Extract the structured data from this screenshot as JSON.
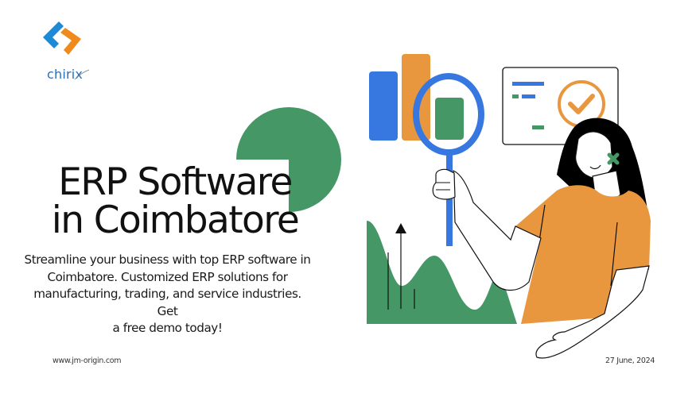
{
  "brand": {
    "name": "chirix",
    "logo_icon": "chirix-diamond-logo-icon",
    "colors": {
      "blue": "#1e8ad6",
      "orange": "#ef8a1c",
      "text": "#2a6fb8"
    }
  },
  "hero": {
    "title_line1": "ERP Software",
    "title_line2": "in Coimbatore",
    "description_lines": [
      "Streamline your business with top ERP software in",
      "Coimbatore. Customized ERP solutions for",
      "manufacturing, trading, and service industries. Get",
      "a free demo today!"
    ]
  },
  "footer": {
    "website": "www.jm-origin.com",
    "date": "27 June, 2024"
  },
  "decor": {
    "green_quarter_shape": "pie-shape-icon",
    "accent_green": "#459866"
  },
  "illustration": {
    "description": "woman-holding-magnifying-glass-over-bar-chart",
    "colors": {
      "blue": "#3777e0",
      "orange": "#e9973f",
      "green": "#459866",
      "black": "#000000"
    }
  }
}
